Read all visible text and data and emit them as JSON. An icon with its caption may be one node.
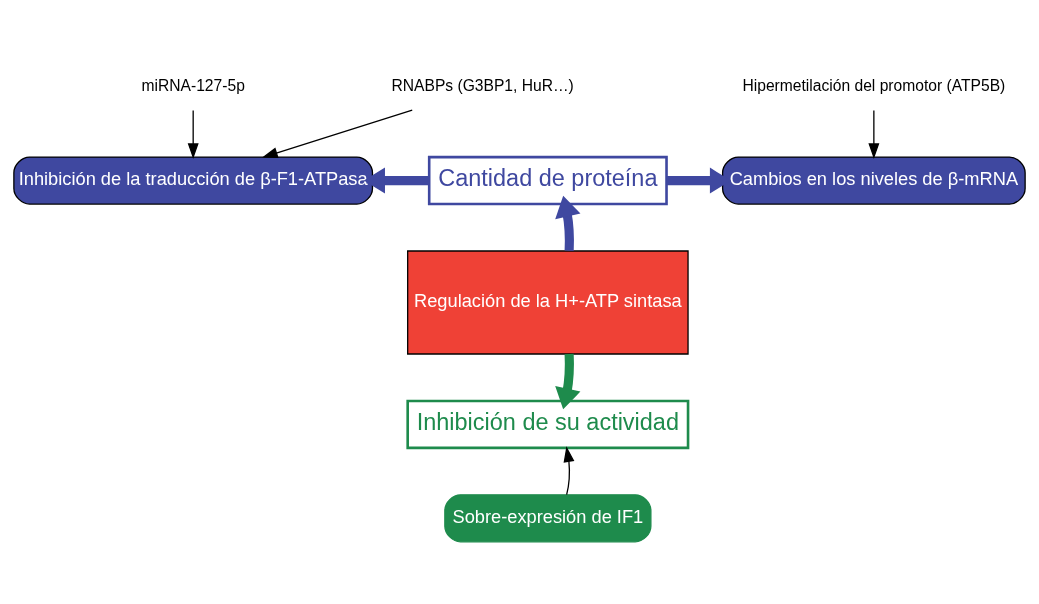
{
  "diagram": {
    "nodes": [
      {
        "text": [
          "RNABPs (G3BP1, HuR…)"
        ]
      },
      {
        "text": [
          "miRNA-127-5p"
        ]
      },
      {
        "text": [
          "Hipermetilación del promotor (ATP5B)"
        ]
      },
      {
        "text": [
          "Inhibición de la traducción de β-F1-ATPasa"
        ]
      },
      {
        "text": [
          "Cantidad de proteína"
        ]
      },
      {
        "text": [
          "Cambios en los niveles de β-mRNA"
        ]
      },
      {
        "text": [
          "Regulación de la H+-ATP sintasa"
        ]
      },
      {
        "text": [
          "Inhibición de su actividad"
        ]
      },
      {
        "text": [
          "Sobre-expresión de IF1"
        ]
      }
    ],
    "edges": [
      {
        "from": 0,
        "to": 3,
        "arrow": "to"
      },
      {
        "from": 1,
        "to": 3,
        "arrow": "to"
      },
      {
        "from": 2,
        "to": 5,
        "arrow": "to"
      },
      {
        "from": 4,
        "to": 3,
        "arrow": "to",
        "style": "thick",
        "color": "#3f48a0"
      },
      {
        "from": 4,
        "to": 5,
        "arrow": "to",
        "style": "thick",
        "color": "#3f48a0"
      },
      {
        "from": 6,
        "to": 4,
        "arrow": "to",
        "style": "thick",
        "color": "#3f48a0"
      },
      {
        "from": 6,
        "to": 7,
        "arrow": "to",
        "style": "thick",
        "color": "#1e8b4c"
      },
      {
        "from": 8,
        "to": 7,
        "arrow": "to"
      }
    ]
  }
}
